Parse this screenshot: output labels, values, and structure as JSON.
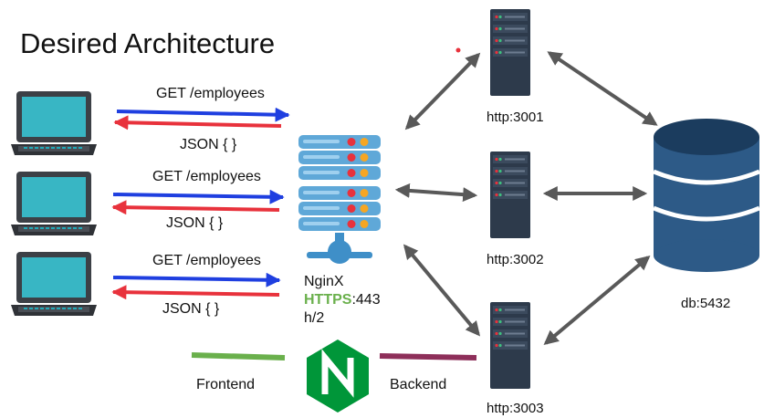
{
  "title": "Desired Architecture",
  "requests": [
    {
      "request": "GET /employees",
      "response": "JSON { }"
    },
    {
      "request": "GET /employees",
      "response": "JSON { }"
    },
    {
      "request": "GET /employees",
      "response": "JSON { }"
    }
  ],
  "proxy": {
    "name": "NginX",
    "protocol": "HTTPS",
    "port": ":443",
    "http_version": "h/2"
  },
  "servers": [
    {
      "label": "http:3001"
    },
    {
      "label": "http:3002"
    },
    {
      "label": "http:3003"
    }
  ],
  "database": {
    "label": "db:5432"
  },
  "legend": {
    "frontend_label": "Frontend",
    "backend_label": "Backend"
  },
  "colors": {
    "request_arrow": "#1f3fe0",
    "response_arrow": "#e8323c",
    "https_text": "#6ab04c",
    "connector_arrow": "#595959",
    "frontend_line": "#6ab04c",
    "backend_line": "#8e2f5a",
    "nginx_logo": "#009639",
    "server_body": "#2d3a4b",
    "laptop_screen": "#38b6c4",
    "db_body": "#2d5a87"
  }
}
